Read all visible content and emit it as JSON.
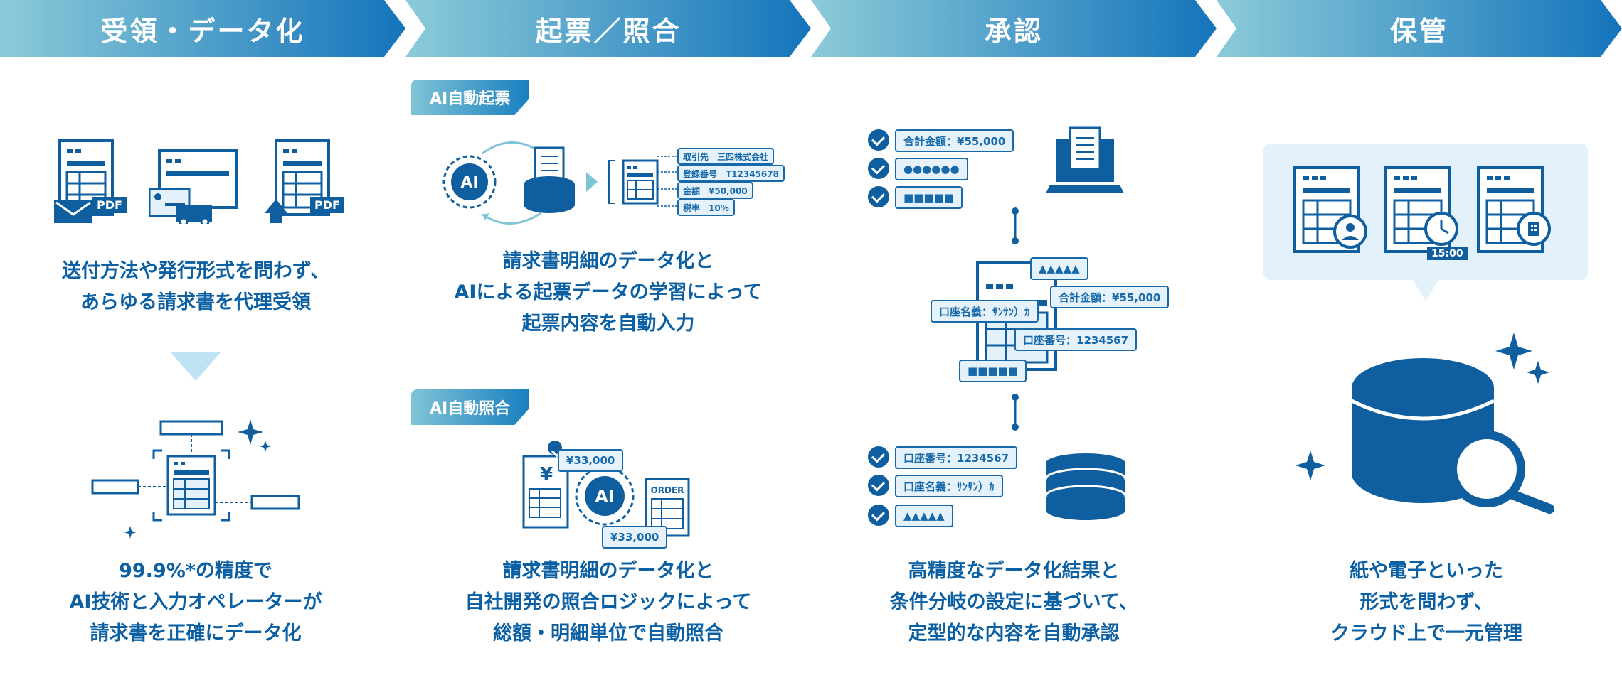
{
  "stages": [
    {
      "title": "受領・データ化"
    },
    {
      "title": "起票／照合"
    },
    {
      "title": "承認"
    },
    {
      "title": "保管"
    }
  ],
  "receive": {
    "desc1": "送付方法や発行形式を問わず、\nあらゆる請求書を代理受領",
    "pdf_label": "PDF",
    "desc2": "99.9%*の精度で\nAI技術と入力オペレーターが\n請求書を正確にデータ化"
  },
  "booking": {
    "badge1": "AI自動起票",
    "ai_label": "AI",
    "fields": [
      "取引先　三四株式会社",
      "登録番号　T12345678",
      "金額　¥50,000",
      "税率　10%"
    ],
    "desc1": "請求書明細のデータ化と\nAIによる起票データの学習によって\n起票内容を自動入力",
    "badge2": "AI自動照合",
    "yen_symbol": "¥",
    "amount_top": "¥33,000",
    "amount_bottom": "¥33,000",
    "order_label": "ORDER",
    "desc2": "請求書明細のデータ化と\n自社開発の照合ロジックによって\n総額・明細単位で自動照合"
  },
  "approval": {
    "top_checks": [
      "合計金額：¥55,000",
      "●●●●●●",
      "■■■■■"
    ],
    "mid_tags": {
      "stars": "▲▲▲▲▲",
      "total": "合計金額：¥55,000",
      "name": "口座名義：ｻﾝｻﾝ）ｶ",
      "number": "口座番号：1234567",
      "squares": "■■■■■"
    },
    "bottom_checks": [
      "口座番号：1234567",
      "口座名義：ｻﾝｻﾝ）ｶ",
      "▲▲▲▲▲"
    ],
    "desc": "高精度なデータ化結果と\n条件分岐の設定に基づいて、\n定型的な内容を自動承認"
  },
  "storage": {
    "time_label": "15:00",
    "desc": "紙や電子といった\n形式を問わず、\nクラウド上で一元管理"
  },
  "colors": {
    "primary": "#0f5fa0",
    "light": "#e3f1fa",
    "grad_start": "#8ccbd9",
    "grad_end": "#1474bb"
  }
}
